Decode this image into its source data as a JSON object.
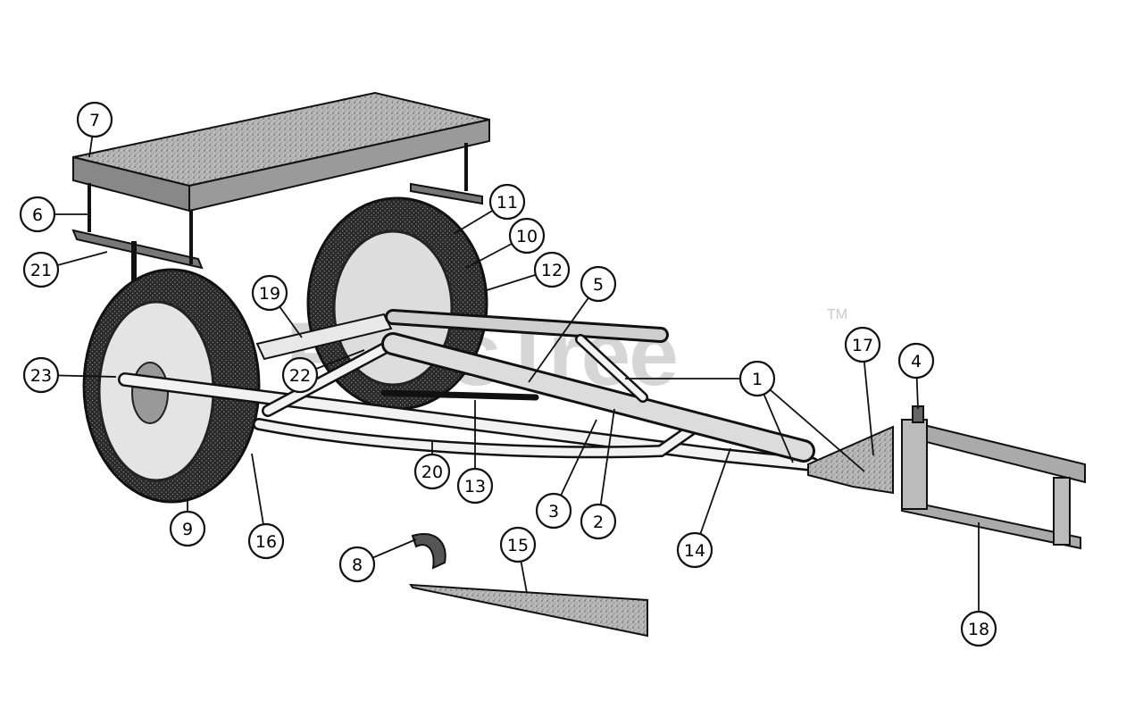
{
  "watermark": {
    "text": "PartsTree",
    "trademark": "TM",
    "color": "#cfcfcf"
  },
  "ink_color": "#111111",
  "callouts": [
    {
      "id": "c1",
      "label": "1"
    },
    {
      "id": "c2",
      "label": "2"
    },
    {
      "id": "c3",
      "label": "3"
    },
    {
      "id": "c4",
      "label": "4"
    },
    {
      "id": "c5",
      "label": "5"
    },
    {
      "id": "c6",
      "label": "6"
    },
    {
      "id": "c7",
      "label": "7"
    },
    {
      "id": "c8",
      "label": "8"
    },
    {
      "id": "c9",
      "label": "9"
    },
    {
      "id": "c10",
      "label": "10"
    },
    {
      "id": "c11",
      "label": "11"
    },
    {
      "id": "c12",
      "label": "12"
    },
    {
      "id": "c13",
      "label": "13"
    },
    {
      "id": "c14",
      "label": "14"
    },
    {
      "id": "c15",
      "label": "15"
    },
    {
      "id": "c16",
      "label": "16"
    },
    {
      "id": "c17",
      "label": "17"
    },
    {
      "id": "c18",
      "label": "18"
    },
    {
      "id": "c19",
      "label": "19"
    },
    {
      "id": "c20",
      "label": "20"
    },
    {
      "id": "c21",
      "label": "21"
    },
    {
      "id": "c22",
      "label": "22"
    },
    {
      "id": "c23",
      "label": "23"
    }
  ]
}
